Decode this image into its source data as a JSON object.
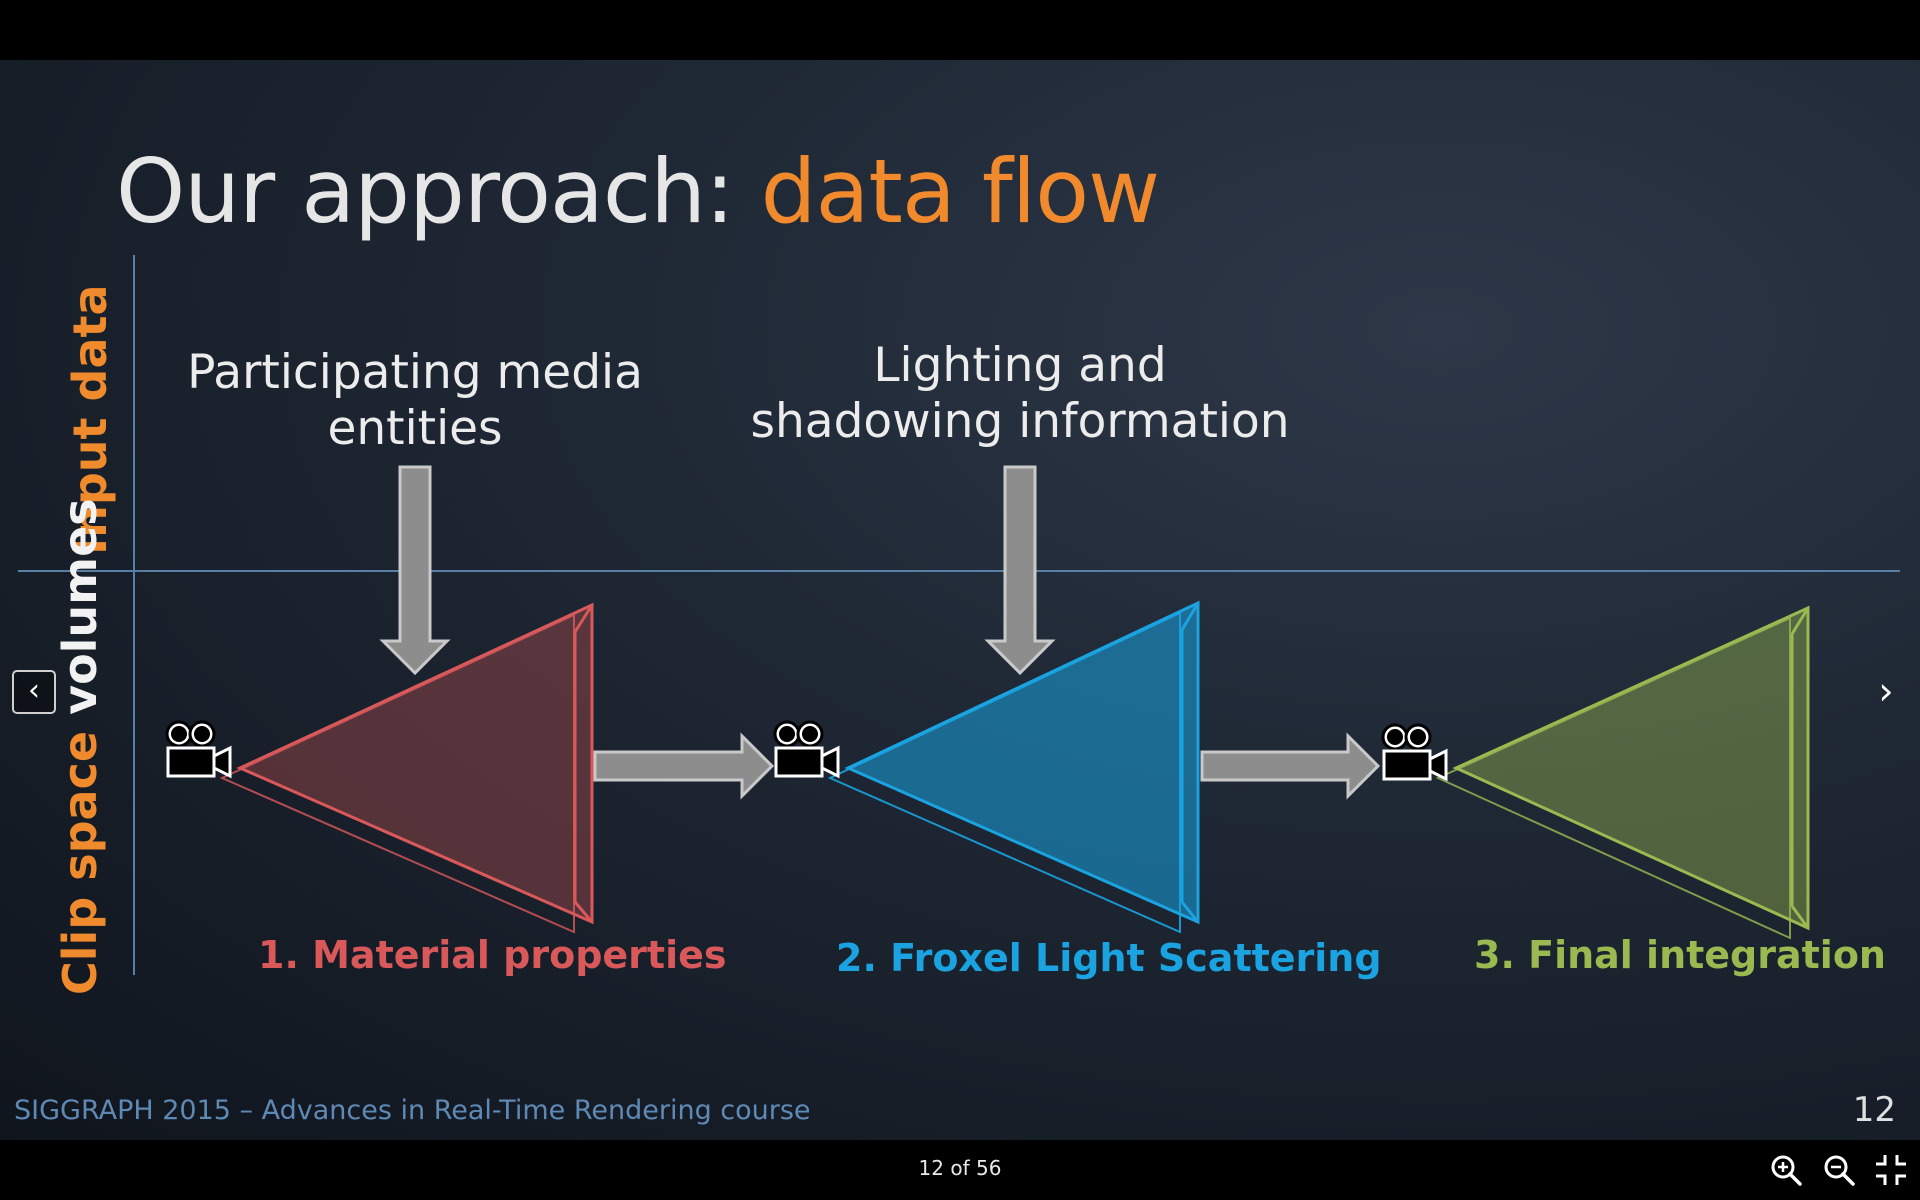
{
  "slide": {
    "title_main": "Our approach: ",
    "title_highlight": "data flow",
    "side_top": "Input data",
    "side_bottom_orange": "Clip space ",
    "side_bottom_white": "volumes",
    "source_left_line1": "Participating media",
    "source_left_line2": "entities",
    "source_right_line1": "Lighting and",
    "source_right_line2": "shadowing information",
    "steps": [
      {
        "label": "1. Material properties",
        "color": "#d9595b"
      },
      {
        "label": "2. Froxel Light Scattering",
        "color": "#1aa3e0"
      },
      {
        "label": "3. Final integration",
        "color": "#9ab951"
      }
    ],
    "footer": "SIGGRAPH 2015 – Advances in Real-Time Rendering course",
    "slide_number": "12"
  },
  "viewer": {
    "page_counter": "12 of 56",
    "prev_glyph": "‹",
    "next_glyph": "›"
  },
  "icons": [
    "camera-icon",
    "zoom-in-icon",
    "zoom-out-icon",
    "exit-fullscreen-icon",
    "chevron-left-icon",
    "chevron-right-icon"
  ],
  "colors": {
    "accent": "#f08a2c",
    "footer": "#5f89b5"
  }
}
